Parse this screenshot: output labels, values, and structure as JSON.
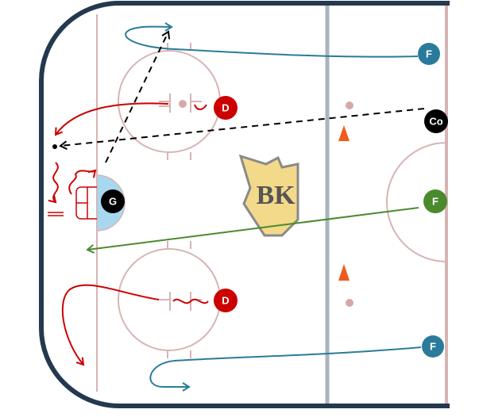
{
  "diagram": {
    "type": "hockey-drill",
    "players": {
      "forward_top": {
        "label": "F",
        "color": "#2a7b9b"
      },
      "coach": {
        "label": "Co",
        "color": "#000000"
      },
      "forward_center": {
        "label": "F",
        "color": "#4a8a2c"
      },
      "forward_bottom": {
        "label": "F",
        "color": "#2a7b9b"
      },
      "defense_top": {
        "label": "D",
        "color": "#cc0000"
      },
      "defense_bottom": {
        "label": "D",
        "color": "#cc0000"
      },
      "goalie": {
        "label": "G",
        "color": "#000000"
      }
    },
    "logo": {
      "text": "BK"
    },
    "colors": {
      "boards": "#24394f",
      "rink_lines": "#d7b4b4",
      "blue_line": "#a8b4bf",
      "crease": "#a8d8ef",
      "cone": "#f05a1e",
      "skate_path_blue": "#2a7b9b",
      "skate_path_green": "#4a8a2c",
      "skate_path_red": "#cc0000",
      "pass": "#000000"
    }
  }
}
